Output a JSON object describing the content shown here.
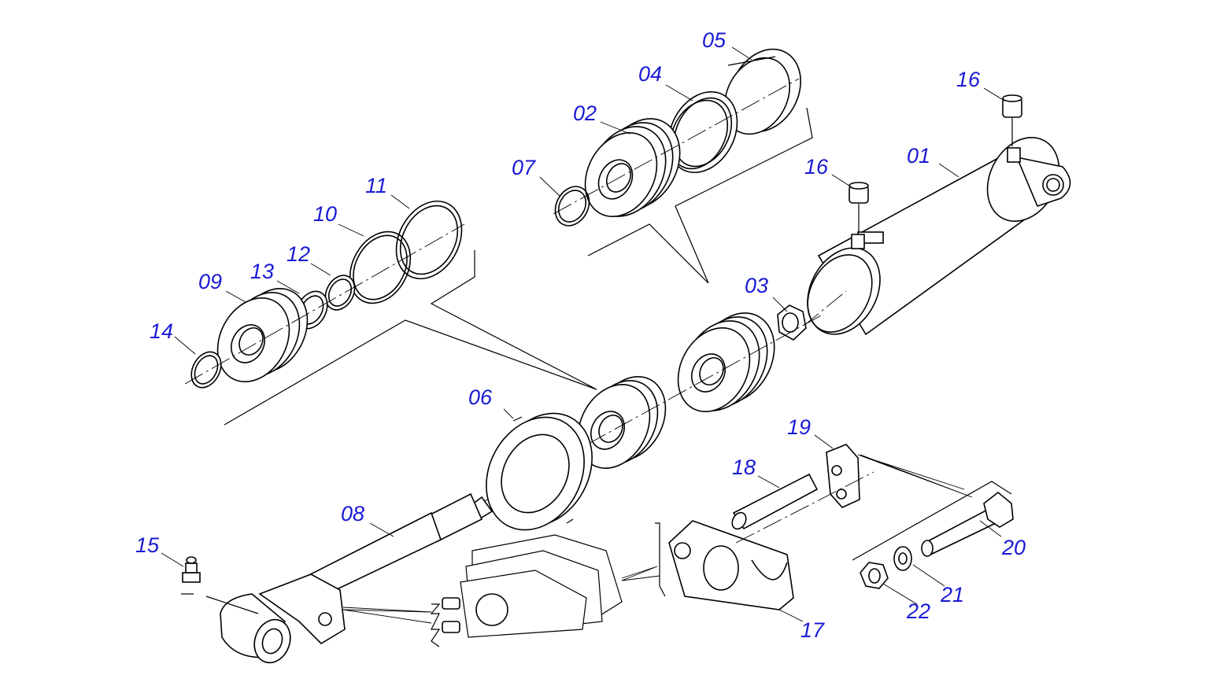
{
  "labels": {
    "p01": "01",
    "p02": "02",
    "p03": "03",
    "p04": "04",
    "p05": "05",
    "p06": "06",
    "p07": "07",
    "p08": "08",
    "p09": "09",
    "p10": "10",
    "p11": "11",
    "p12": "12",
    "p13": "13",
    "p14": "14",
    "p15": "15",
    "p16a": "16",
    "p16b": "16",
    "p17": "17",
    "p18": "18",
    "p19": "19",
    "p20": "20",
    "p21": "21",
    "p22": "22"
  },
  "colors": {
    "label": "#1a1ad6",
    "line": "#000000",
    "background": "#ffffff"
  }
}
